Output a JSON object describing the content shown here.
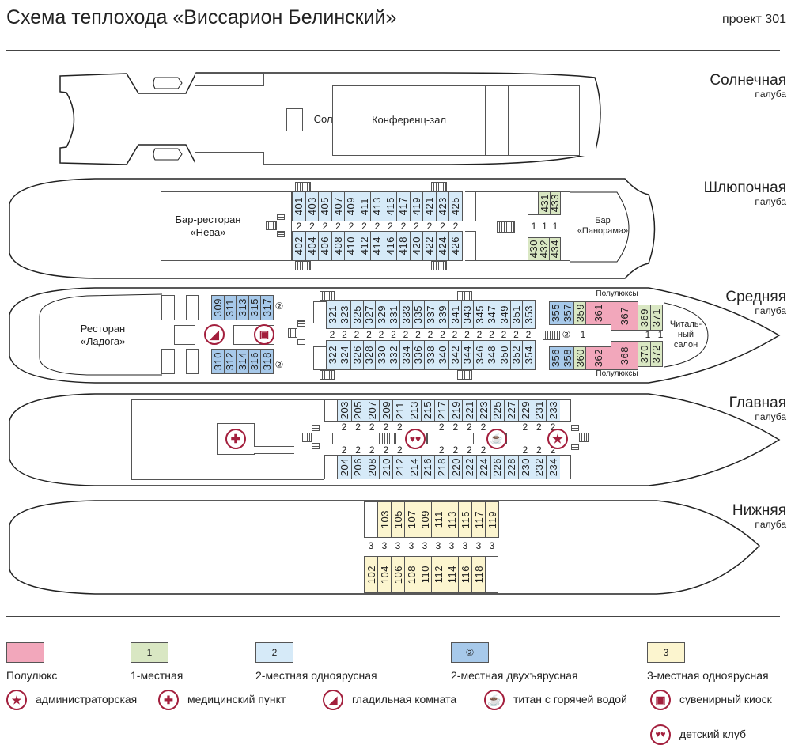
{
  "title": "Схема теплохода «Виссарион Белинский»",
  "project": "проект 301",
  "colors": {
    "semilux": "#f2a7bb",
    "single": "#d9e7c3",
    "double_single_tier": "#d6eaf8",
    "double_bunk": "#a7c9ea",
    "triple": "#fcf5cf",
    "icon": "#a31f3d"
  },
  "decks": {
    "sun": {
      "name": "Солнечная",
      "sub": "палуба",
      "rooms": {
        "solarium": "Солярий",
        "conference": "Конференц-зал"
      }
    },
    "boat": {
      "name": "Шлюпочная",
      "sub": "палуба",
      "rooms": {
        "bar_restaurant": "Бар-ресторан\n«Нева»",
        "bar_panorama": "Бар\n«Панорама»"
      },
      "top_cabins": [
        "401",
        "403",
        "405",
        "407",
        "409",
        "411",
        "413",
        "415",
        "417",
        "419",
        "421",
        "423",
        "425"
      ],
      "bottom_cabins": [
        "402",
        "404",
        "406",
        "408",
        "410",
        "412",
        "414",
        "416",
        "418",
        "420",
        "422",
        "424",
        "426"
      ],
      "corridor_caps": [
        "2",
        "2",
        "2",
        "2",
        "2",
        "2",
        "2",
        "2",
        "2",
        "2",
        "2",
        "2",
        "2"
      ],
      "single_top": [
        "431",
        "433"
      ],
      "single_bottom": [
        "430",
        "432",
        "434"
      ],
      "single_caps": [
        "1",
        "1",
        "1"
      ]
    },
    "middle": {
      "name": "Средняя",
      "sub": "палуба",
      "rooms": {
        "restaurant": "Ресторан\n«Ладога»",
        "reading": "Читаль-\nный\nсалон",
        "semilux_top": "Полулюксы",
        "semilux_bottom": "Полулюксы"
      },
      "bunk_top": [
        "309",
        "311",
        "313",
        "315",
        "317"
      ],
      "bunk_bottom": [
        "310",
        "312",
        "314",
        "316",
        "318"
      ],
      "bunk_cap": "②",
      "top_cabins": [
        "321",
        "323",
        "325",
        "327",
        "329",
        "331",
        "333",
        "335",
        "337",
        "339",
        "341",
        "343",
        "345",
        "347",
        "349",
        "351",
        "353"
      ],
      "bottom_cabins": [
        "322",
        "324",
        "326",
        "328",
        "330",
        "332",
        "334",
        "336",
        "338",
        "340",
        "342",
        "344",
        "346",
        "348",
        "350",
        "352",
        "354"
      ],
      "corridor_caps": [
        "2",
        "2",
        "2",
        "2",
        "2",
        "2",
        "2",
        "2",
        "2",
        "2",
        "2",
        "2",
        "2",
        "2",
        "2",
        "2",
        "2"
      ],
      "bunk_fore_top": [
        "355",
        "357"
      ],
      "bunk_fore_bottom": [
        "356",
        "358"
      ],
      "single_a_top": "359",
      "single_a_bottom": "360",
      "semilux_a_top": "361",
      "semilux_a_bottom": "362",
      "semilux_b_top": "367",
      "semilux_b_bottom": "368",
      "single_b_top": [
        "369",
        "371"
      ],
      "single_b_bottom": [
        "370",
        "372"
      ],
      "fore_caps": [
        "②",
        "1",
        "1",
        "1"
      ]
    },
    "main": {
      "name": "Главная",
      "sub": "палуба",
      "top_cabins": [
        "203",
        "205",
        "207",
        "209",
        "211",
        "213",
        "215",
        "217",
        "219",
        "221",
        "223",
        "225",
        "227",
        "229",
        "231",
        "233"
      ],
      "bottom_cabins": [
        "204",
        "206",
        "208",
        "210",
        "212",
        "214",
        "216",
        "218",
        "220",
        "222",
        "224",
        "226",
        "228",
        "230",
        "232",
        "234"
      ],
      "top_caps": [
        "2",
        "2",
        "2",
        "2",
        "2",
        "",
        "",
        "2",
        "2",
        "2",
        "2",
        "",
        "",
        "2",
        "2",
        "2"
      ],
      "bottom_caps": [
        "2",
        "2",
        "2",
        "2",
        "2",
        "",
        "",
        "2",
        "2",
        "2",
        "2",
        "",
        "",
        "2",
        "2",
        "2"
      ]
    },
    "lower": {
      "name": "Нижняя",
      "sub": "палуба",
      "top_cabins": [
        "103",
        "105",
        "107",
        "109",
        "111",
        "113",
        "115",
        "117",
        "119"
      ],
      "bottom_cabins": [
        "102",
        "104",
        "106",
        "108",
        "110",
        "112",
        "114",
        "116",
        "118"
      ],
      "caps": [
        "3",
        "3",
        "3",
        "3",
        "3",
        "3",
        "3",
        "3",
        "3",
        "3"
      ]
    }
  },
  "legend": {
    "swatches": [
      {
        "key": "semilux",
        "mark": "",
        "label": "Полулюкс"
      },
      {
        "key": "single",
        "mark": "1",
        "label": "1-местная"
      },
      {
        "key": "double_single_tier",
        "mark": "2",
        "label": "2-местная одноярусная"
      },
      {
        "key": "double_bunk",
        "mark": "②",
        "label": "2-местная двухъярусная"
      },
      {
        "key": "triple",
        "mark": "3",
        "label": "3-местная одноярусная"
      }
    ],
    "icons": [
      {
        "icon": "star-icon",
        "glyph": "★",
        "label": "администраторская"
      },
      {
        "icon": "medical-cross-icon",
        "glyph": "✚",
        "label": "медицинский пункт"
      },
      {
        "icon": "iron-icon",
        "glyph": "◢",
        "label": "гладильная комната"
      },
      {
        "icon": "hot-water-cup-icon",
        "glyph": "☕",
        "label": "титан с горячей водой"
      },
      {
        "icon": "gift-icon",
        "glyph": "🎁",
        "label": "сувенирный киоск"
      },
      {
        "icon": "kids-club-icon",
        "glyph": "👫",
        "label": "детский клуб"
      }
    ]
  }
}
